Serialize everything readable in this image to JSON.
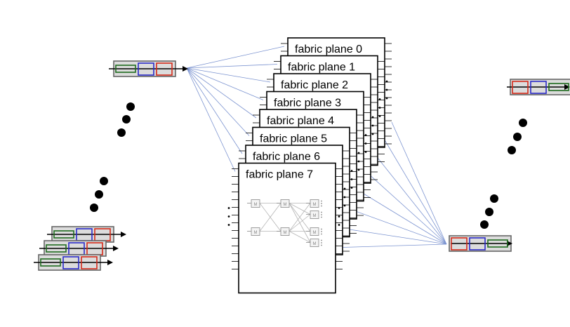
{
  "fabric_planes": [
    {
      "label": "fabric plane 0"
    },
    {
      "label": "fabric plane 1"
    },
    {
      "label": "fabric plane 2"
    },
    {
      "label": "fabric plane 3"
    },
    {
      "label": "fabric plane 4"
    },
    {
      "label": "fabric plane 5"
    },
    {
      "label": "fabric plane 6"
    },
    {
      "label": "fabric plane 7"
    }
  ],
  "packet_colors": {
    "green": "#1f6b1f",
    "blue": "#2a2ac8",
    "red": "#d42a1a",
    "box_fill": "#dcdcdc",
    "box_stroke": "#666666",
    "link": "#7b93d0"
  },
  "switch_node_label": "M"
}
